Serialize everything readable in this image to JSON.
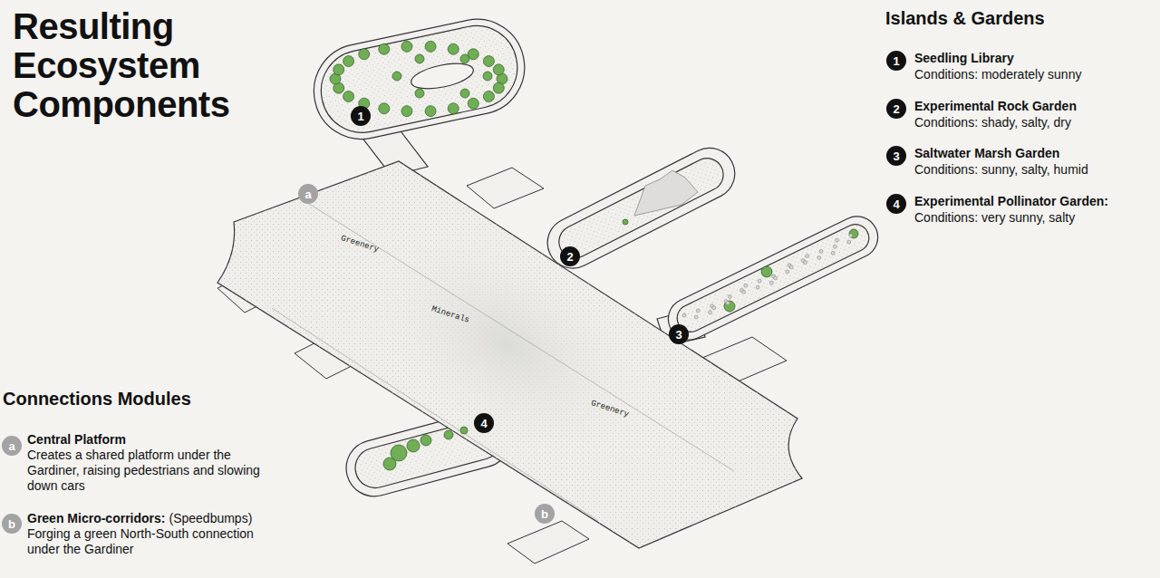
{
  "diagram": {
    "title": "Resulting Ecosystem Components",
    "labels": [
      "Islands & Gardens",
      "1",
      "Seedling Library",
      "Conditions: moderately sunny",
      "2",
      "Experimental Rock Garden",
      "Conditions: shady, salty, dry",
      "3",
      "Saltwater Marsh Garden",
      "Conditions: sunny, salty, humid",
      "4",
      "Experimental Pollinator Garden:",
      "Conditions: very sunny, salty",
      "Connections Modules",
      "a",
      "Central Platform",
      "Creates a shared platform under the Gardiner, raising pedestrians and slowing down cars",
      "b",
      "Green Micro-corridors:",
      "(Speedbumps)",
      "Forging a green North-South connection under the Gardiner",
      "Greenery",
      "Minerals",
      "Greenery",
      "1",
      "2",
      "3",
      "4",
      "a",
      "b"
    ]
  }
}
